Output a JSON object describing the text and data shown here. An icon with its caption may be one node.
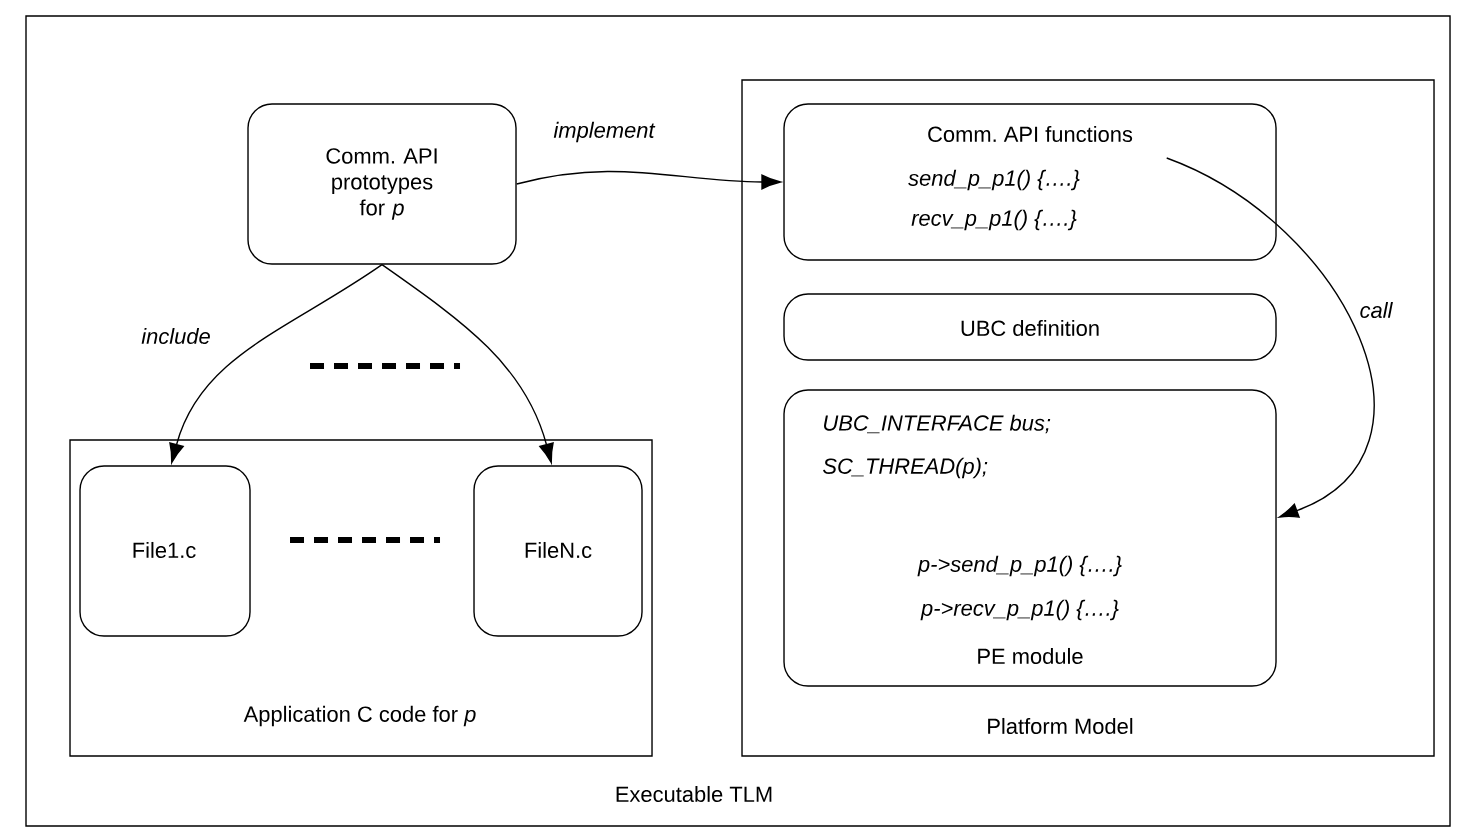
{
  "diagram": {
    "nodes": [
      {
        "text": [
          "Executable TLM"
        ]
      },
      {
        "text": [
          "Comm. API prototypes for *p*"
        ],
        "in": 0
      },
      {
        "text": [
          "Application C code for *p*"
        ],
        "in": 0
      },
      {
        "text": [
          "File1.c"
        ],
        "in": 2
      },
      {
        "text": [
          "FileN.c"
        ],
        "in": 2
      },
      {
        "text": [
          "Platform Model"
        ],
        "in": 0
      },
      {
        "text": [
          "Comm. API functions",
          "send_p_p1() {….}",
          "recv_p_p1() {….}"
        ],
        "in": 5
      },
      {
        "text": [
          "UBC definition"
        ],
        "in": 5
      },
      {
        "text": [
          "UBC_INTERFACE bus;",
          "SC_THREAD(p);",
          "p->send_p_p1() {….}",
          "p->recv_p_p1() {….}",
          "PE module"
        ],
        "in": 5
      }
    ],
    "edges": [
      {
        "from": 1,
        "to": 6,
        "arrow": "to",
        "label": "implement"
      },
      {
        "from": 1,
        "to": 3,
        "arrow": "to",
        "label": "include"
      },
      {
        "from": 1,
        "to": 4,
        "arrow": "to"
      },
      {
        "from": 6,
        "to": 8,
        "arrow": "to",
        "label": "call"
      }
    ]
  }
}
